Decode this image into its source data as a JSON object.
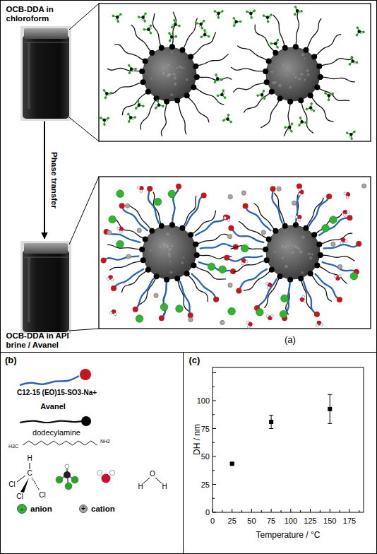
{
  "diagram": {
    "nodes": [
      {
        "text": [
          "(a)"
        ]
      },
      {
        "text": [
          "OCB-DDA in chloroform"
        ],
        "in": 0
      },
      {
        "text": [
          "OCB-DDA in API brine / Avanel"
        ],
        "in": 0
      },
      {
        "text": [
          "(b)"
        ]
      },
      {
        "text": [
          "(c)"
        ]
      }
    ],
    "edges": [
      {
        "from": 1,
        "to": 2,
        "arrow": "to",
        "label": "Phase transfer"
      }
    ],
    "labels": [
      "C12-15 (EO)15-SO3-Na+",
      "Avanel",
      "dodecylamine",
      "H3C",
      "NH2",
      "H",
      "Cl",
      "C",
      "Cl",
      "Cl",
      "H",
      "O",
      "H",
      "-",
      "+",
      "0",
      "25",
      "50",
      "75",
      "100",
      "0",
      "25",
      "50",
      "75",
      "100",
      "125",
      "150",
      "175",
      "DH / nm",
      "Temperature / °C"
    ],
    "legend": [
      {
        "text": "anion",
        "color": "#2fb52f"
      },
      {
        "text": "cation",
        "color": "#a6a6a6"
      }
    ]
  }
}
